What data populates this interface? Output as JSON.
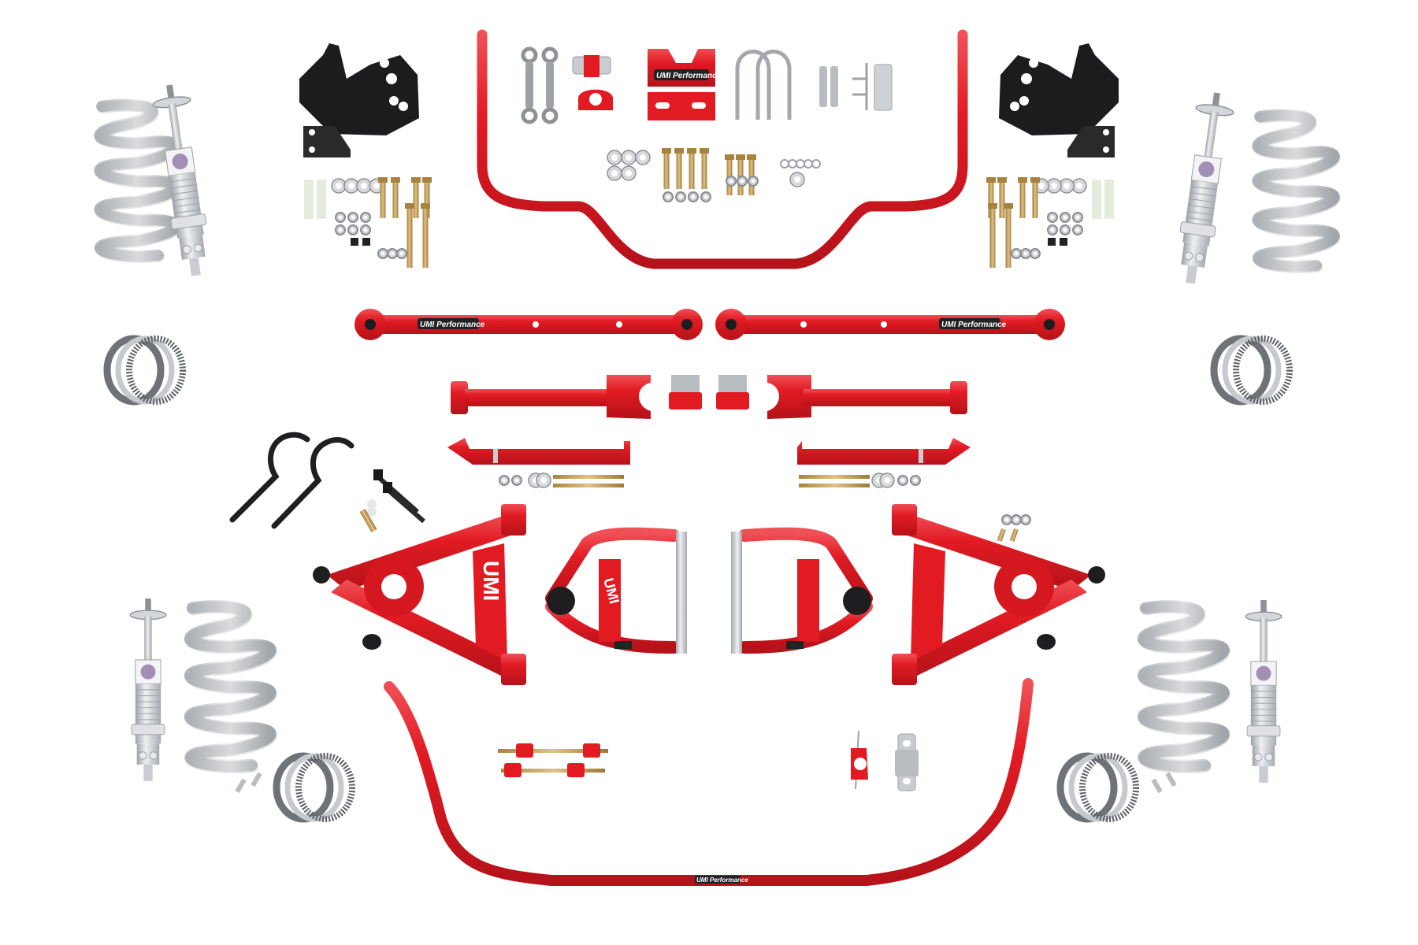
{
  "image": {
    "subject": "Suspension kit product photo",
    "background": "#ffffff",
    "colors": {
      "powder_coat_red": "#e21b23",
      "red_shadow": "#b5121a",
      "red_highlight": "#f56a6f",
      "zinc_silver": "#c9ccd0",
      "steel_dark": "#8a8e94",
      "black_bracket": "#1c1c1e",
      "brass_bolt": "#c9a25a"
    },
    "branding": {
      "logo_full": "UMI Performance",
      "logo_short": "UMI",
      "arm_cutout_text": "UMI"
    }
  },
  "components": {
    "rear_sway_bar": {
      "label": "Rear sway bar",
      "position": "top center"
    },
    "front_sway_bar": {
      "label": "Front sway bar",
      "position": "bottom center"
    },
    "rear_lower_control_arms": {
      "label": "Rear lower control arms",
      "count": 2,
      "logo": "UMI Performance"
    },
    "rear_upper_control_arms": {
      "label": "Rear upper control arms",
      "count": 2
    },
    "rear_upper_bushings": {
      "label": "Upper arm bushings",
      "count": 2
    },
    "lower_control_arm_relocation_braces": {
      "label": "Lower arm braces",
      "count": 2
    },
    "front_lower_a_arms": {
      "label": "Front lower A-arms",
      "count": 2,
      "logo": "UMI"
    },
    "front_upper_a_arms": {
      "label": "Front upper A-arms",
      "count": 2,
      "logo": "UMI"
    },
    "rear_coilovers": {
      "label": "Rear coilover shocks + springs",
      "count": 2
    },
    "front_coilovers": {
      "label": "Front coilover shocks + springs",
      "count": 2
    },
    "thrust_bearings": {
      "label": "Thrust bearing sets",
      "count": 4
    },
    "spanner_wrenches": {
      "label": "Spanner wrenches",
      "count": 2
    },
    "end_links": {
      "label": "Sway bar end links",
      "count": 2
    },
    "shock_mount_brackets": {
      "label": "Black shock mount brackets",
      "count": 2
    },
    "hardware_kits": {
      "label": "Bolts, nuts, washers, spacers"
    },
    "axle_mount_plate": {
      "label": "Sway bar axle mount + U-bolts",
      "logo": "UMI Performance"
    }
  }
}
